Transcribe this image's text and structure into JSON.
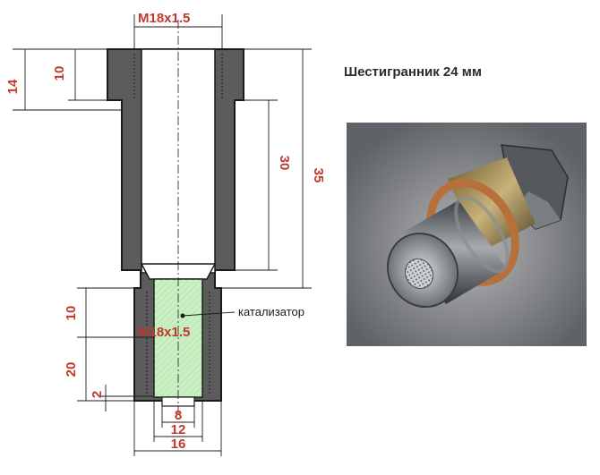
{
  "labels": {
    "hex_note": "Шестигранник 24 мм",
    "catalyst": "катализатор",
    "thread_top": "M18x1.5",
    "thread_bottom": "M18x1.5"
  },
  "dimensions": {
    "d_14": "14",
    "d_10_top": "10",
    "d_30": "30",
    "d_35": "35",
    "d_10_mid": "10",
    "d_20": "20",
    "d_2": "2",
    "d_8": "8",
    "d_12": "12",
    "d_16": "16"
  },
  "colors": {
    "body": "#5c5c5c",
    "outline": "#1a1a1a",
    "bore": "#ffffff",
    "catalyst": "#c9f0c3",
    "dimension": "#c0392b",
    "copper": "#b8703a",
    "steel": "#8a8f93"
  }
}
